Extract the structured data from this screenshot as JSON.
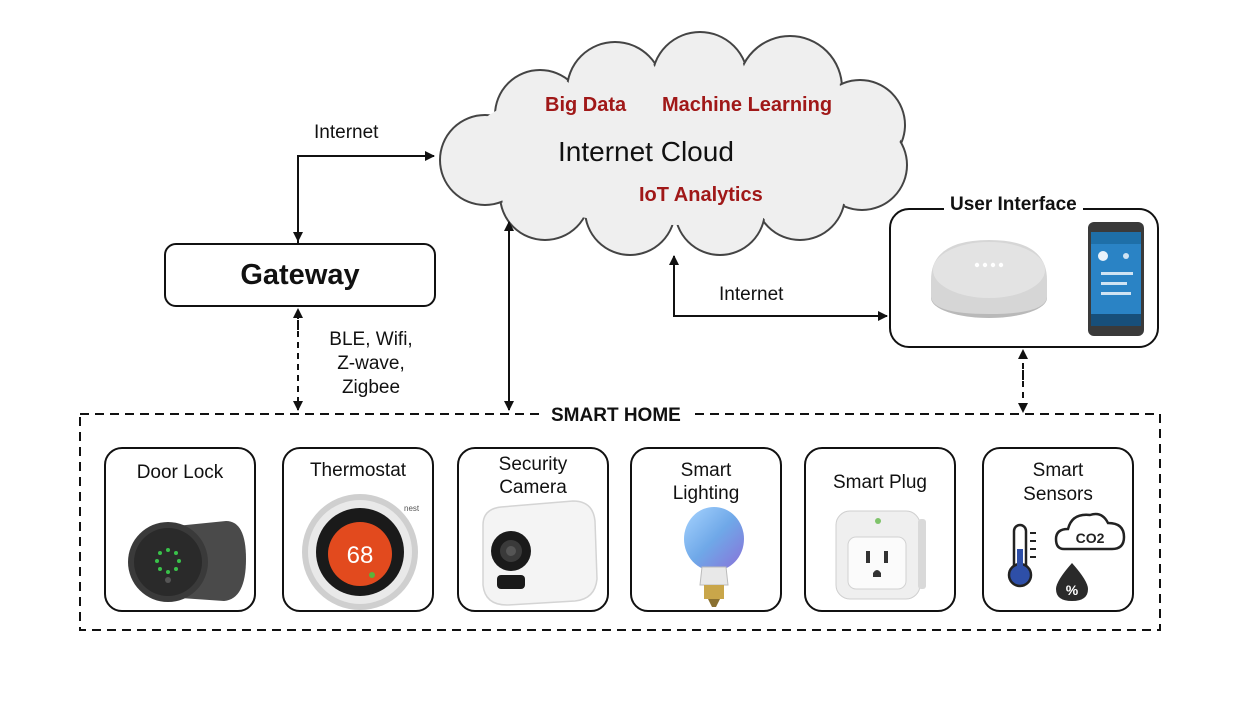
{
  "cloud": {
    "title": "Internet Cloud",
    "tags": [
      "Big Data",
      "Machine Learning",
      "IoT Analytics"
    ]
  },
  "gateway": {
    "label": "Gateway"
  },
  "links": {
    "gateway_cloud": "Internet",
    "cloud_ui": "Internet",
    "gateway_home": [
      "BLE, Wifi,",
      "Z-wave,",
      "Zigbee"
    ]
  },
  "user_interface": {
    "title": "User Interface"
  },
  "smart_home": {
    "title": "SMART HOME",
    "devices": [
      {
        "label": [
          "Door Lock"
        ]
      },
      {
        "label": [
          "Thermostat"
        ],
        "reading": "68",
        "brand": "nest"
      },
      {
        "label": [
          "Security",
          "Camera"
        ]
      },
      {
        "label": [
          "Smart",
          "Lighting"
        ]
      },
      {
        "label": [
          "Smart Plug"
        ]
      },
      {
        "label": [
          "Smart",
          "Sensors"
        ],
        "co2": "CO2",
        "humidity": "%"
      }
    ]
  },
  "colors": {
    "accent": "#a01818",
    "line": "#111111",
    "thermostat": "#e24a1e",
    "bulb": "#6fa8e8"
  },
  "icons": [
    "door-lock-icon",
    "thermostat-icon",
    "security-camera-icon",
    "smart-bulb-icon",
    "smart-plug-icon",
    "thermometer-icon",
    "co2-cloud-icon",
    "humidity-drop-icon",
    "smart-speaker-icon",
    "smartphone-icon"
  ]
}
